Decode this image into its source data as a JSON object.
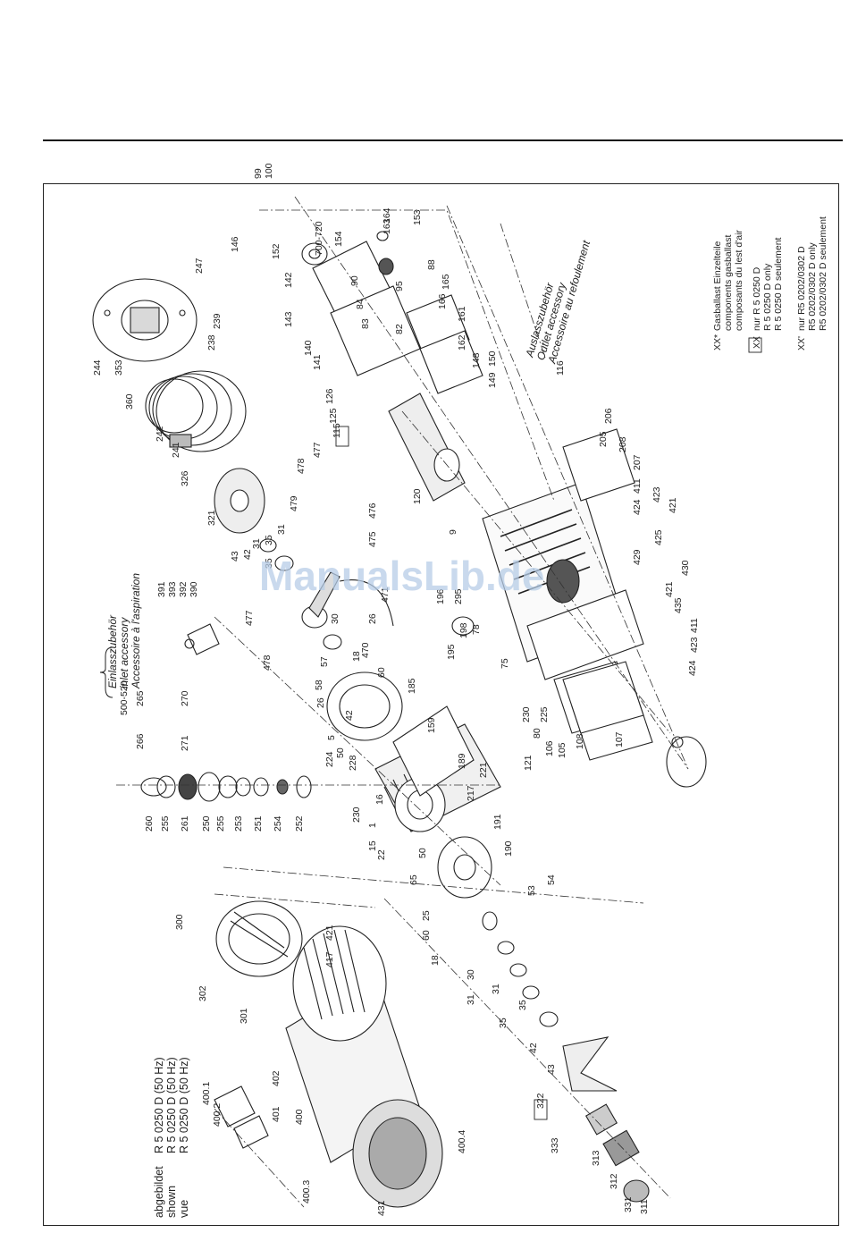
{
  "caption": {
    "row1": {
      "lang": "abgebildet",
      "model": "R 5 0250 D (50 Hz)"
    },
    "row2": {
      "lang": "shown",
      "model": "R 5 0250 D (50 Hz)"
    },
    "row3": {
      "lang": "vue",
      "model": "R 5 0250 D (50 Hz)"
    }
  },
  "inlet_accessory": {
    "de": "Einlasszubehör",
    "en": "inlet accessory",
    "fr": "Accessoire à l'aspiration"
  },
  "outlet_accessory": {
    "de": "Auslasszubehör",
    "en": "Outlet accessory",
    "fr": "Accessoire au refoulement"
  },
  "legend": {
    "gasballast": {
      "symbol": "XX*",
      "de": "Gasballast Einzelteile",
      "en": "components gasballast",
      "fr": "composants du lest d'air"
    },
    "boxed": {
      "symbol": "XX",
      "de": "nur R 5 0250 D",
      "en": "R 5 0250 D only",
      "fr": "R 5 0250 D seulement"
    },
    "prime": {
      "symbol": "XX'",
      "de": "nur R5 0202/0302 D",
      "en": "R5 0202/0302 D only",
      "fr": "R5 0202/0302 D seulement"
    }
  },
  "watermark": "ManualsLib.de",
  "part_labels": {
    "group_inlet_kit": [
      "500-520",
      "265",
      "266",
      "270",
      "271",
      "260",
      "255",
      "261",
      "250",
      "255",
      "253",
      "251",
      "254",
      "252"
    ],
    "group_inlet_accessory": [
      "391",
      "393",
      "392",
      "390"
    ],
    "group_motor": [
      "300",
      "302",
      "301",
      "421",
      "417",
      "402",
      "401",
      "400",
      "400.1",
      "400.2",
      "400.3",
      "400.4",
      "431"
    ],
    "group_coupling": [
      "60",
      "18",
      "30",
      "31",
      "35",
      "31",
      "35",
      "42",
      "43",
      "322",
      "333",
      "313",
      "312",
      "331",
      "311",
      "25",
      "65",
      "50",
      "54",
      "53"
    ],
    "group_cylinder": [
      "15",
      "1",
      "22",
      "230",
      "16",
      "228",
      "224",
      "189",
      "159",
      "185",
      "217",
      "221",
      "191",
      "190",
      "50",
      "5",
      "42",
      "26",
      "58",
      "57",
      "60",
      "18"
    ],
    "group_valve": [
      "477",
      "478",
      "470",
      "471",
      "475",
      "476",
      "479",
      "478",
      "477",
      "31",
      "35",
      "30",
      "26",
      "35",
      "31",
      "42",
      "43",
      "321",
      "326"
    ],
    "group_cover": [
      "241",
      "242",
      "360",
      "353",
      "244",
      "247",
      "238",
      "239"
    ],
    "group_housing": [
      "195",
      "198",
      "196",
      "295",
      "78",
      "75",
      "9",
      "120",
      "121",
      "80",
      "230",
      "225",
      "106",
      "105",
      "108",
      "107",
      "99",
      "100"
    ],
    "group_filter": [
      "115",
      "125",
      "126",
      "141",
      "140",
      "143",
      "142",
      "152",
      "146",
      "700-720",
      "154",
      "153",
      "164",
      "163",
      "95",
      "90",
      "84",
      "83",
      "82",
      "88",
      "165",
      "166",
      "161",
      "162",
      "148",
      "150",
      "149"
    ],
    "group_side": [
      "116",
      "206",
      "205",
      "208",
      "207",
      "411",
      "423",
      "424",
      "421",
      "425",
      "429",
      "430",
      "421",
      "435",
      "411",
      "423",
      "424"
    ]
  }
}
